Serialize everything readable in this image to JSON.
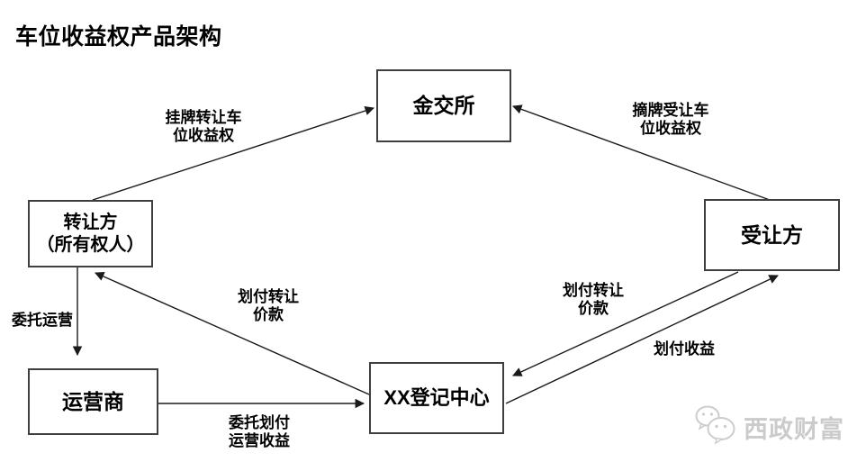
{
  "title": "车位收益权产品架构",
  "nodes": {
    "exchange": {
      "label": "金交所"
    },
    "transferor": {
      "label": "转让方\n（所有权人）"
    },
    "transferee": {
      "label": "受让方"
    },
    "operator": {
      "label": "运营商"
    },
    "registry": {
      "label": "XX登记中心"
    }
  },
  "edges": {
    "list_rights": {
      "label": "挂牌转让车\n位收益权",
      "from": "转让方（所有权人）",
      "to": "金交所"
    },
    "delist_rights": {
      "label": "摘牌受让车\n位收益权",
      "from": "受让方",
      "to": "金交所"
    },
    "entrust_operation": {
      "label": "委托运营",
      "from": "转让方（所有权人）",
      "to": "运营商"
    },
    "pay_price_to_transferor": {
      "label": "划付转让\n价款",
      "from": "XX登记中心",
      "to": "转让方（所有权人）"
    },
    "pay_price_to_registry": {
      "label": "划付转让\n价款",
      "from": "受让方",
      "to": "XX登记中心"
    },
    "pay_income": {
      "label": "划付收益",
      "from": "XX登记中心",
      "to": "受让方"
    },
    "entrust_payment": {
      "label": "委托划付\n运营收益",
      "from": "运营商",
      "to": "XX登记中心"
    }
  },
  "watermark": {
    "text": "西政财富",
    "icon": "wechat-bubbles-icon",
    "color": "#cbcbcb"
  },
  "colors": {
    "line": "#1a1a1a",
    "box_border": "#3f3f3f",
    "text": "#000000",
    "background": "#ffffff"
  }
}
